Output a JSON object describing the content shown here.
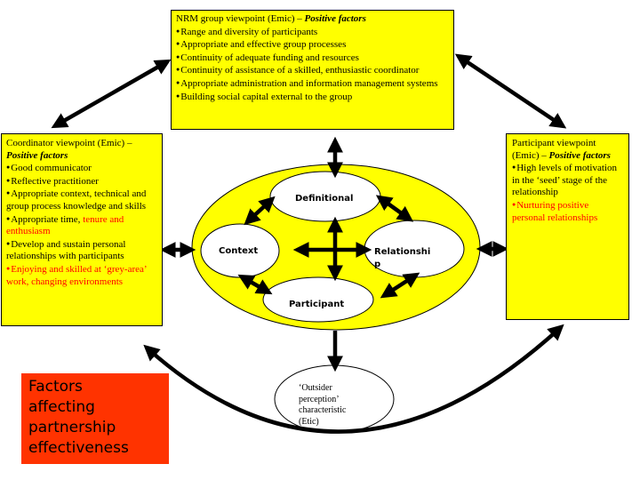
{
  "top_box": {
    "title": "NRM group viewpoint (Emic) – ",
    "title_italic": "Positive factors",
    "items": [
      "Range and diversity of participants",
      "Appropriate and effective group processes",
      "Continuity of adequate funding and resources",
      "Continuity of assistance of a skilled, enthusiastic coordinator",
      "Appropriate administration  and information management systems",
      "Building social capital external to the group"
    ]
  },
  "left_box": {
    "title": "Coordinator viewpoint  (Emic) – ",
    "title_italic": "Positive factors",
    "items": [
      "Good communicator",
      "Reflective practitioner",
      "Appropriate context, technical and group process knowledge and skills"
    ],
    "item4_black": "Appropriate time, ",
    "item4_red": "tenure and enthusiasm",
    "item5": "Develop and sustain personal relationships with participants",
    "item6_red": "Enjoying and skilled at ‘grey-area’ work, changing environments"
  },
  "right_box": {
    "title": "Participant viewpoint (Emic)  – ",
    "title_italic": "Positive factors",
    "item1": "High levels of motivation in the ‘seed’ stage of the relationship",
    "item2_red": "Nurturing positive personal relationships"
  },
  "center": {
    "definitional": "Definitional",
    "context": "Context",
    "relationship_line1": "Relationshi",
    "relationship_line2": "p",
    "participant": "Participant"
  },
  "etic": {
    "line1": "‘Outsider",
    "line2": "perception’",
    "line3": "characteristic",
    "line4": "(Etic)"
  },
  "factors_box": {
    "line1": "Factors",
    "line2": "affecting",
    "line3": "partnership",
    "line4": "effectiveness"
  },
  "colors": {
    "box_fill": "#ffff00",
    "factors_fill": "#ff3300",
    "highlight_text": "#ff0000",
    "arrow": "#000000"
  }
}
